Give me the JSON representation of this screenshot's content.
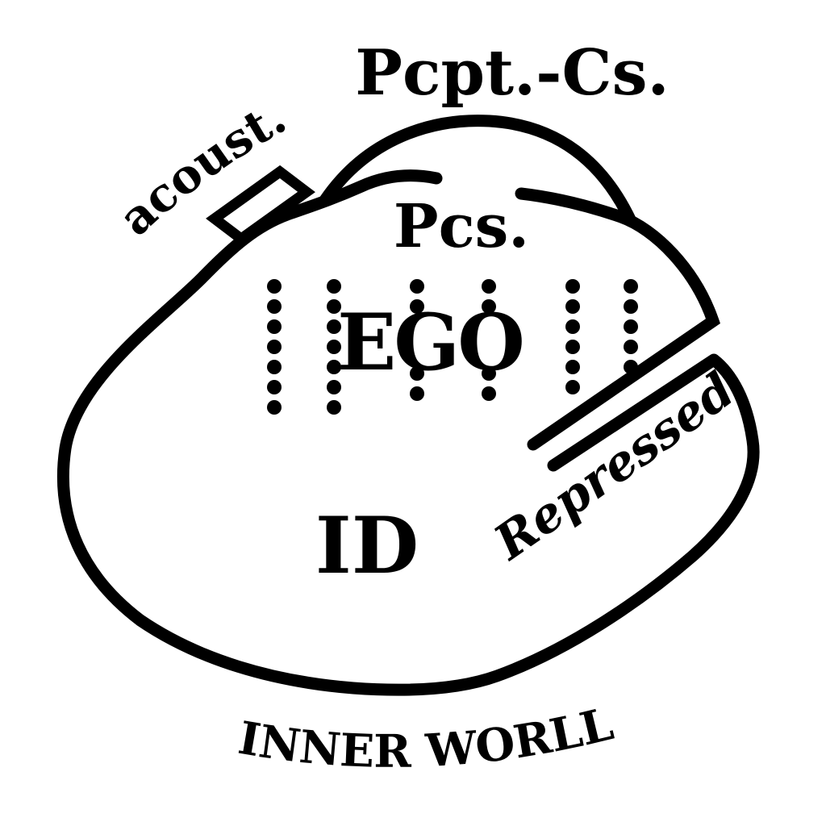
{
  "colors": {
    "ink": "#000000",
    "background": "#ffffff"
  },
  "diagram": {
    "labels": {
      "pcpt_cs": "Pcpt.-Cs.",
      "acoust": "acoust.",
      "pcs": "Pcs.",
      "ego": "EGO",
      "repressed": "Repressed",
      "id": "ID",
      "caption": "INNER WORLL"
    }
  }
}
